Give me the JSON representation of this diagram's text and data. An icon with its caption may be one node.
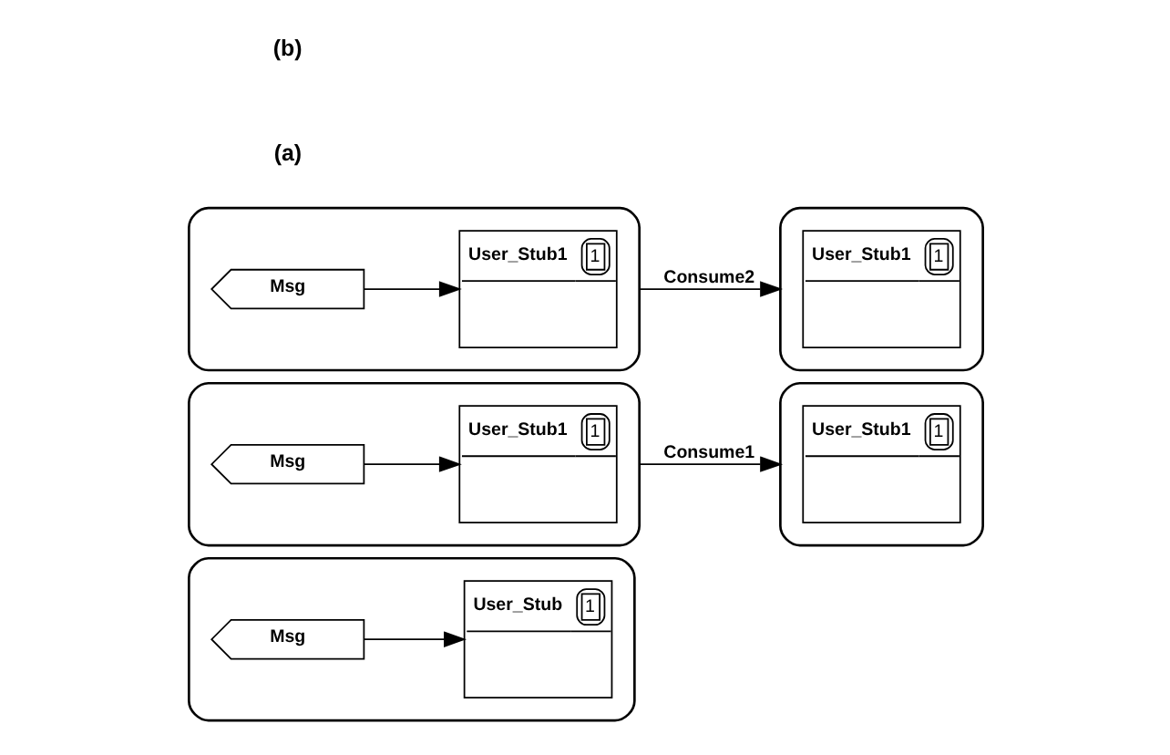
{
  "diagram": {
    "nodes": [
      {
        "text": [],
        "shape": "box"
      },
      {
        "text": [
          "User_Stub",
          "1"
        ],
        "in": 0
      },
      {
        "text": [
          "Msg"
        ],
        "in": 0
      },
      {
        "text": [],
        "shape": "box"
      },
      {
        "text": [
          "User_Stub1",
          "1"
        ],
        "in": 3
      },
      {
        "text": [
          "Msg"
        ],
        "in": 3
      },
      {
        "text": [],
        "shape": "box"
      },
      {
        "text": [
          "User_Stub1",
          "1"
        ],
        "in": 6
      },
      {
        "text": [],
        "shape": "box"
      },
      {
        "text": [
          "User_Stub1",
          "1"
        ],
        "in": 8
      },
      {
        "text": [
          "Msg"
        ],
        "in": 8
      },
      {
        "text": [],
        "shape": "box"
      },
      {
        "text": [
          "User_Stub1",
          "1"
        ],
        "in": 11
      }
    ],
    "edges": [
      {
        "from": 2,
        "to": 1,
        "arrow": "to"
      },
      {
        "from": 5,
        "to": 4,
        "arrow": "to"
      },
      {
        "from": 3,
        "to": 6,
        "arrow": "to",
        "label": "Consume1"
      },
      {
        "from": 10,
        "to": 9,
        "arrow": "to"
      },
      {
        "from": 8,
        "to": 11,
        "arrow": "to",
        "label": "Consume2"
      }
    ],
    "labels": [
      "(a)",
      "(b)"
    ]
  }
}
